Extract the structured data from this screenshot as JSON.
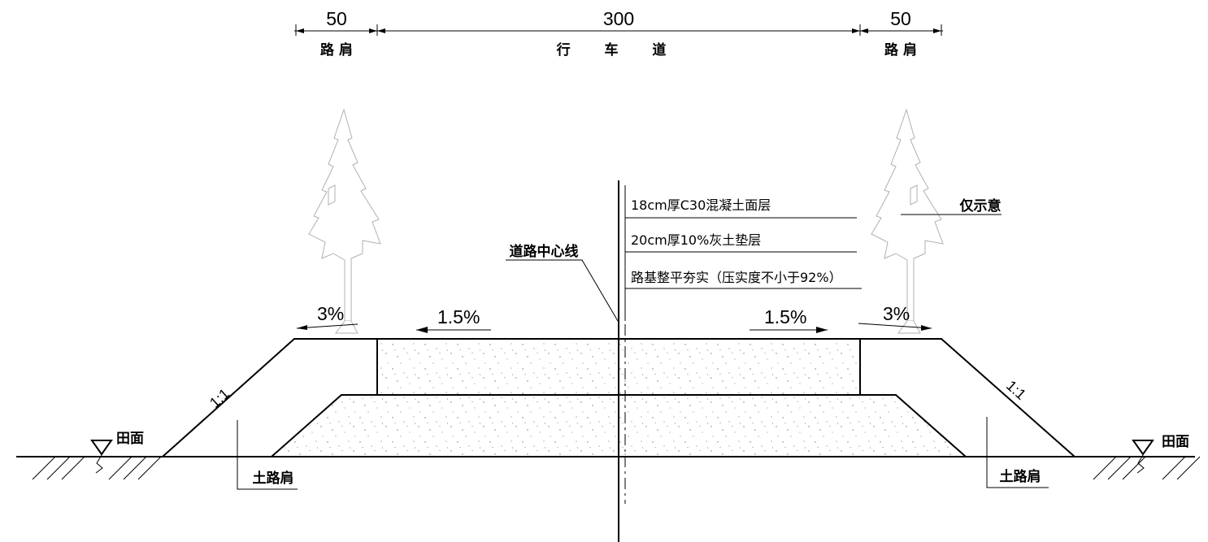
{
  "dimensions": {
    "shoulder_left": "50",
    "carriageway": "300",
    "shoulder_right": "50"
  },
  "labels": {
    "shoulder_left": "路 肩",
    "carriageway": "行 车 道",
    "shoulder_right": "路 肩",
    "centerline": "道路中心线",
    "illustrative_only": "仅示意",
    "field_surface_left": "田面",
    "field_surface_right": "田面",
    "earth_shoulder_left": "土路肩",
    "earth_shoulder_right": "土路肩"
  },
  "layers": [
    "18cm厚C30混凝土面层",
    "20cm厚10%灰土垫层",
    "路基整平夯实（压实度不小于92%）"
  ],
  "slopes": {
    "shoulder_left": "3%",
    "lane_left": "1.5%",
    "lane_right": "1.5%",
    "shoulder_right": "3%",
    "embankment_left": "1:1",
    "embankment_right": "1:1"
  },
  "colors": {
    "line": "#000000",
    "tree_outline": "#b0b0b0"
  }
}
